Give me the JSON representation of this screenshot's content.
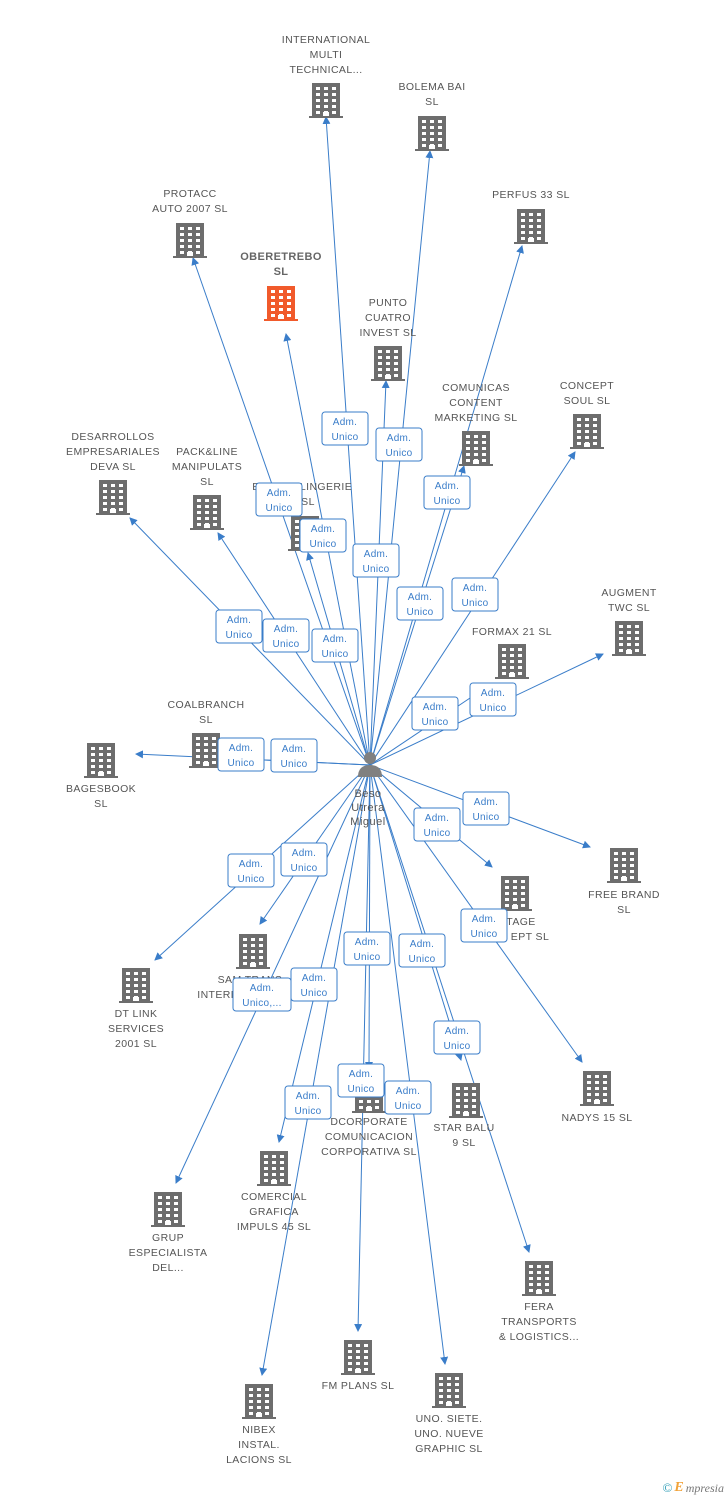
{
  "colors": {
    "edge": "#3a7dc9",
    "building": "#6d6d6d",
    "building_main": "#f15a2b",
    "person": "#808080",
    "role_border": "#3a7dc9",
    "label": "#555555"
  },
  "person": {
    "name_lines": [
      "Beso",
      "Utrera",
      "Miguel"
    ],
    "icon": "person-icon"
  },
  "companies": [
    {
      "id": "international-multi-technical",
      "lines": [
        "INTERNATIONAL",
        "MULTI",
        "TECHNICAL..."
      ]
    },
    {
      "id": "bolema-bai",
      "lines": [
        "BOLEMA BAI",
        "SL"
      ]
    },
    {
      "id": "protacc-auto-2007",
      "lines": [
        "PROTACC",
        "AUTO 2007  SL"
      ]
    },
    {
      "id": "perfus-33",
      "lines": [
        "PERFUS 33  SL"
      ]
    },
    {
      "id": "oberetrebo",
      "lines": [
        "OBERETREBO",
        "SL"
      ],
      "main": true
    },
    {
      "id": "punto-cuatro-invest",
      "lines": [
        "PUNTO",
        "CUATRO",
        "INVEST  SL"
      ]
    },
    {
      "id": "comunicas-content-marketing",
      "lines": [
        "COMUNICAS",
        "CONTENT",
        "MARKETING  SL"
      ]
    },
    {
      "id": "concept-soul",
      "lines": [
        "CONCEPT",
        "SOUL SL"
      ]
    },
    {
      "id": "desarrollos-empresariales-deva",
      "lines": [
        "DESARROLLOS",
        "EMPRESARIALES",
        "DEVA SL"
      ]
    },
    {
      "id": "packline-manipulats",
      "lines": [
        "PACK&LINE",
        "MANIPULATS",
        "SL"
      ]
    },
    {
      "id": "lingerie",
      "lines": [
        "E",
        "LINGERIE",
        "SL"
      ]
    },
    {
      "id": "augment-twc",
      "lines": [
        "AUGMENT",
        "TWC  SL"
      ]
    },
    {
      "id": "formax-21",
      "lines": [
        "FORMAX 21  SL"
      ]
    },
    {
      "id": "coalbranch",
      "lines": [
        "COALBRANCH",
        "SL"
      ]
    },
    {
      "id": "bagesbook",
      "lines": [
        "BAGESBOOK",
        "SL"
      ]
    },
    {
      "id": "free-brand",
      "lines": [
        "FREE BRAND",
        "SL"
      ]
    },
    {
      "id": "stage-concept",
      "lines": [
        "TAGE",
        "EPT SL"
      ]
    },
    {
      "id": "dt-link-services",
      "lines": [
        "DT LINK",
        "SERVICES",
        "2001  SL"
      ]
    },
    {
      "id": "sam-trans-internacional",
      "lines": [
        "SAM TRANS",
        "INTERN"
      ]
    },
    {
      "id": "nadys-15",
      "lines": [
        "NADYS 15  SL"
      ]
    },
    {
      "id": "star-balu-9",
      "lines": [
        "STAR BALU",
        "9  SL"
      ]
    },
    {
      "id": "dcorporate-comunicacion",
      "lines": [
        "DCORPORATE",
        "COMUNICACION",
        "CORPORATIVA SL"
      ]
    },
    {
      "id": "comercial-grafica-impuls-45",
      "lines": [
        "COMERCIAL",
        "GRAFICA",
        "IMPULS 45  SL"
      ]
    },
    {
      "id": "grup-especialista",
      "lines": [
        "GRUP",
        "ESPECIALISTA",
        "DEL..."
      ]
    },
    {
      "id": "fera-transports-logistics",
      "lines": [
        "FERA",
        "TRANSPORTS",
        "& LOGISTICS..."
      ]
    },
    {
      "id": "fm-plans",
      "lines": [
        "FM PLANS  SL"
      ]
    },
    {
      "id": "uno-siete-uno-nueve-graphic",
      "lines": [
        "UNO.  SIETE.",
        "UNO. NUEVE",
        "GRAPHIC  SL"
      ]
    },
    {
      "id": "nibex-instal-lacions",
      "lines": [
        "NIBEX",
        "INSTAL.",
        "LACIONS  SL"
      ]
    }
  ],
  "roles": [
    {
      "lines": [
        "Adm.",
        "Unico"
      ]
    },
    {
      "lines": [
        "Adm.",
        "Unico"
      ]
    },
    {
      "lines": [
        "Adm.",
        "Unico"
      ]
    },
    {
      "lines": [
        "Adm.",
        "Unico"
      ]
    },
    {
      "lines": [
        "Adm.",
        "Unico"
      ]
    },
    {
      "lines": [
        "Adm.",
        "Unico"
      ]
    },
    {
      "lines": [
        "Adm.",
        "Unico"
      ]
    },
    {
      "lines": [
        "Adm.",
        "Unico"
      ]
    },
    {
      "lines": [
        "Adm.",
        "Unico"
      ]
    },
    {
      "lines": [
        "Adm.",
        "Unico"
      ]
    },
    {
      "lines": [
        "Adm.",
        "Unico"
      ]
    },
    {
      "lines": [
        "Adm.",
        "Unico"
      ]
    },
    {
      "lines": [
        "Adm.",
        "Unico"
      ]
    },
    {
      "lines": [
        "Adm.",
        "Unico"
      ]
    },
    {
      "lines": [
        "Adm.",
        "Unico"
      ]
    },
    {
      "lines": [
        "Adm.",
        "Unico"
      ]
    },
    {
      "lines": [
        "Adm.",
        "Unico"
      ]
    },
    {
      "lines": [
        "Adm.",
        "Unico"
      ]
    },
    {
      "lines": [
        "Adm.",
        "Unico"
      ]
    },
    {
      "lines": [
        "Adm.",
        "Unico"
      ]
    },
    {
      "lines": [
        "Adm.",
        "Unico"
      ]
    },
    {
      "lines": [
        "Adm.",
        "Unico,..."
      ]
    },
    {
      "lines": [
        "Adm.",
        "Unico"
      ]
    },
    {
      "lines": [
        "Adm.",
        "Unico"
      ]
    },
    {
      "lines": [
        "Adm.",
        "Unico"
      ]
    },
    {
      "lines": [
        "Adm.",
        "Unico"
      ]
    },
    {
      "lines": [
        "Adm.",
        "Unico"
      ]
    }
  ],
  "footer": {
    "copyright_symbol": "©",
    "brand_initial": "E",
    "brand_rest": "mpresia"
  }
}
